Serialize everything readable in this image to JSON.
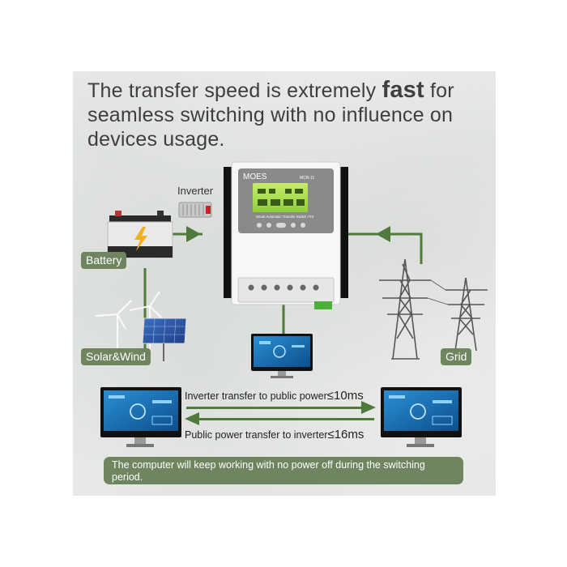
{
  "headline": {
    "line1_before": "The transfer speed is extremely ",
    "line1_emph": "fast",
    "line1_after": " for",
    "line2": "seamless switching with no influence on",
    "line3": "devices usage."
  },
  "device": {
    "brand": "MOES",
    "model": "MCR-11",
    "caption": "Smart Automatic Transfer Switch ATS"
  },
  "labels": {
    "inverter": "Inverter",
    "battery": "Battery",
    "solar_wind": "Solar&Wind",
    "grid": "Grid"
  },
  "transfers": {
    "to_public_text": "Inverter transfer to public power",
    "to_public_time": "≤10ms",
    "to_inverter_text": "Public power transfer to inverter",
    "to_inverter_time": "≤16ms"
  },
  "note": "The computer will keep working with no power off during the switching period.",
  "colors": {
    "accent_green": "#6f8560",
    "line_green": "#4f7a3c",
    "text_dark": "#3e3e3e"
  }
}
